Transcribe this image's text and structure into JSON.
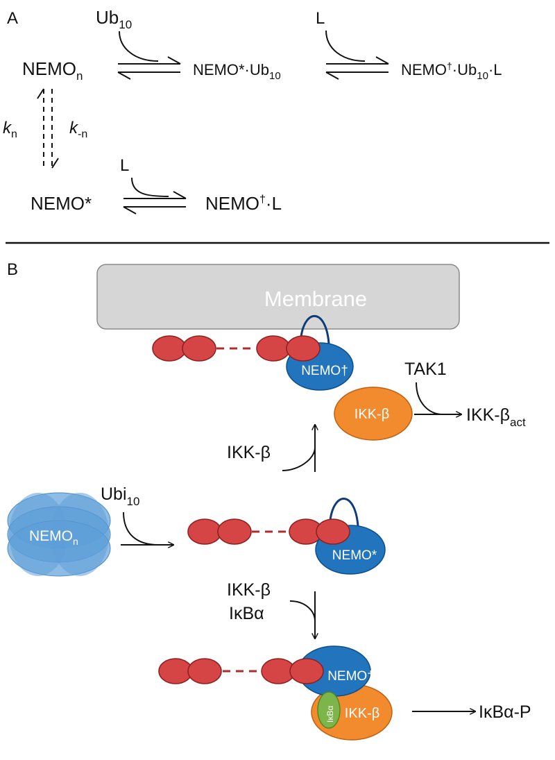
{
  "panel_a": {
    "label": "A",
    "nemo_n": "NEMO",
    "nemo_n_sub": "n",
    "ub10_top": "Ub",
    "ub10_top_sub": "10",
    "nemo_star_ub": "NEMO*·Ub",
    "nemo_star_ub_sub": "10",
    "l_top": "L",
    "nemo_dag_ub_l_a": "NEMO",
    "nemo_dag_ub_l_dag": "†",
    "nemo_dag_ub_l_b": "·Ub",
    "nemo_dag_ub_l_sub": "10",
    "nemo_dag_ub_l_c": "·L",
    "kn": "k",
    "kn_sub": "n",
    "k_minus_n": "k",
    "k_minus_n_sub": "-n",
    "l_bottom": "L",
    "nemo_star": "NEMO*",
    "nemo_dag_l_a": "NEMO",
    "nemo_dag_l_dag": "†",
    "nemo_dag_l_b": "·L"
  },
  "panel_b": {
    "label": "B",
    "membrane": "Membrane",
    "nemo_dag_top": "NEMO†",
    "ikkb_top": "IKK-β",
    "tak1": "TAK1",
    "ikkb_act": "IKK-β",
    "ikkb_act_sub": "act",
    "ikkb_release": "IKK-β",
    "nemo_n": "NEMO",
    "nemo_n_sub": "n",
    "ubi10": "Ubi",
    "ubi10_sub": "10",
    "nemo_star": "NEMO*",
    "ikkb_bind": "IKK-β",
    "ikba_bind": "IκBα",
    "nemo_dag_bottom": "NEMO†",
    "ikba_small": "IκBα",
    "ikkb_bottom": "IKK-β",
    "ikba_p": "IκBα-P"
  },
  "colors": {
    "nemo_blue": "#2275BD",
    "nemo_stroke": "#0D4E8A",
    "ubiquitin_red": "#D64545",
    "ubiquitin_stroke": "#8E1F1F",
    "ikk_orange": "#F28A2E",
    "ikk_stroke": "#C05F10",
    "ikba_green": "#7DB54A",
    "membrane_gray": "#D6D6D6",
    "oligomer_blue": "#5E9FD8"
  }
}
